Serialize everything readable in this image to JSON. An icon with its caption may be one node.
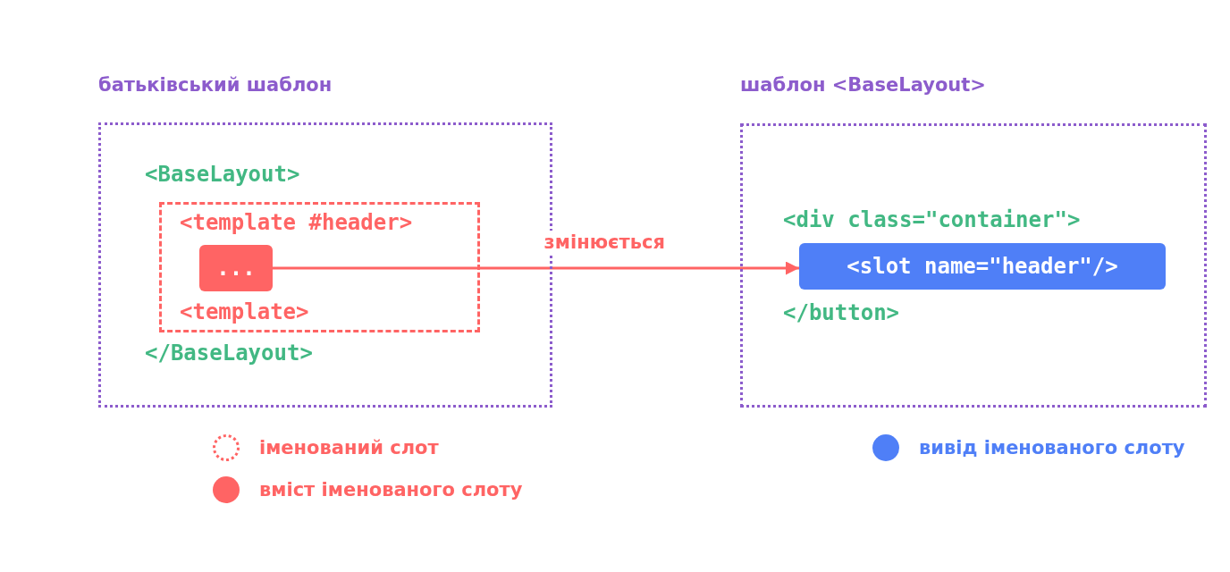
{
  "diagram": {
    "nodes": [
      {
        "text": [
          "батьківський шаблон",
          "<BaseLayout>",
          "</BaseLayout>"
        ]
      },
      {
        "text": [
          "<template #header>",
          "<template>"
        ],
        "in": 0
      },
      {
        "text": [
          "..."
        ],
        "in": 1
      },
      {
        "text": [
          "шаблон <BaseLayout>",
          "<div class=\"container\">",
          "</button>"
        ]
      },
      {
        "text": [
          "<slot name=\"header\"/>"
        ],
        "in": 3
      }
    ],
    "edges": [
      {
        "from": 2,
        "to": 4,
        "arrow": "to",
        "label": "змінюється"
      }
    ],
    "legend": [
      {
        "text": "іменований слот"
      },
      {
        "text": "вміст іменованого слоту",
        "color": "#ff6464"
      },
      {
        "text": "вивід іменованого слоту",
        "color": "#4f7ff7"
      }
    ]
  }
}
